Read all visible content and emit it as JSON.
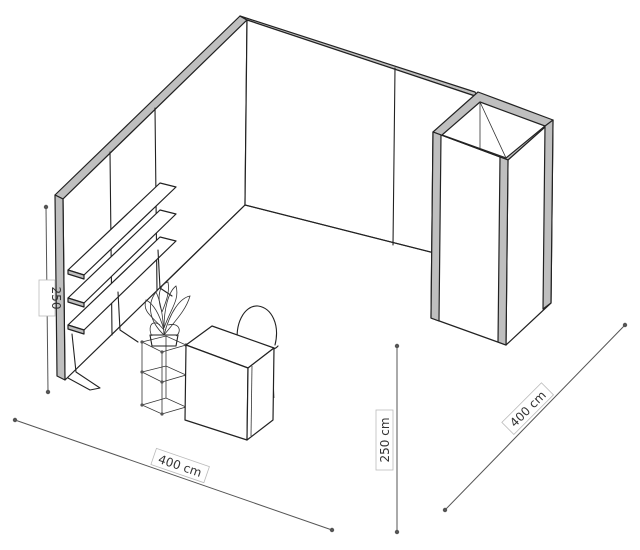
{
  "dimensions": {
    "width_label": "400 cm",
    "depth_label": "400 cm",
    "height_label": "250 cm",
    "wall_height_label": "250"
  },
  "colors": {
    "line": "#222222",
    "wall_edge": "#bfbfbf",
    "dimension": "#555555"
  }
}
